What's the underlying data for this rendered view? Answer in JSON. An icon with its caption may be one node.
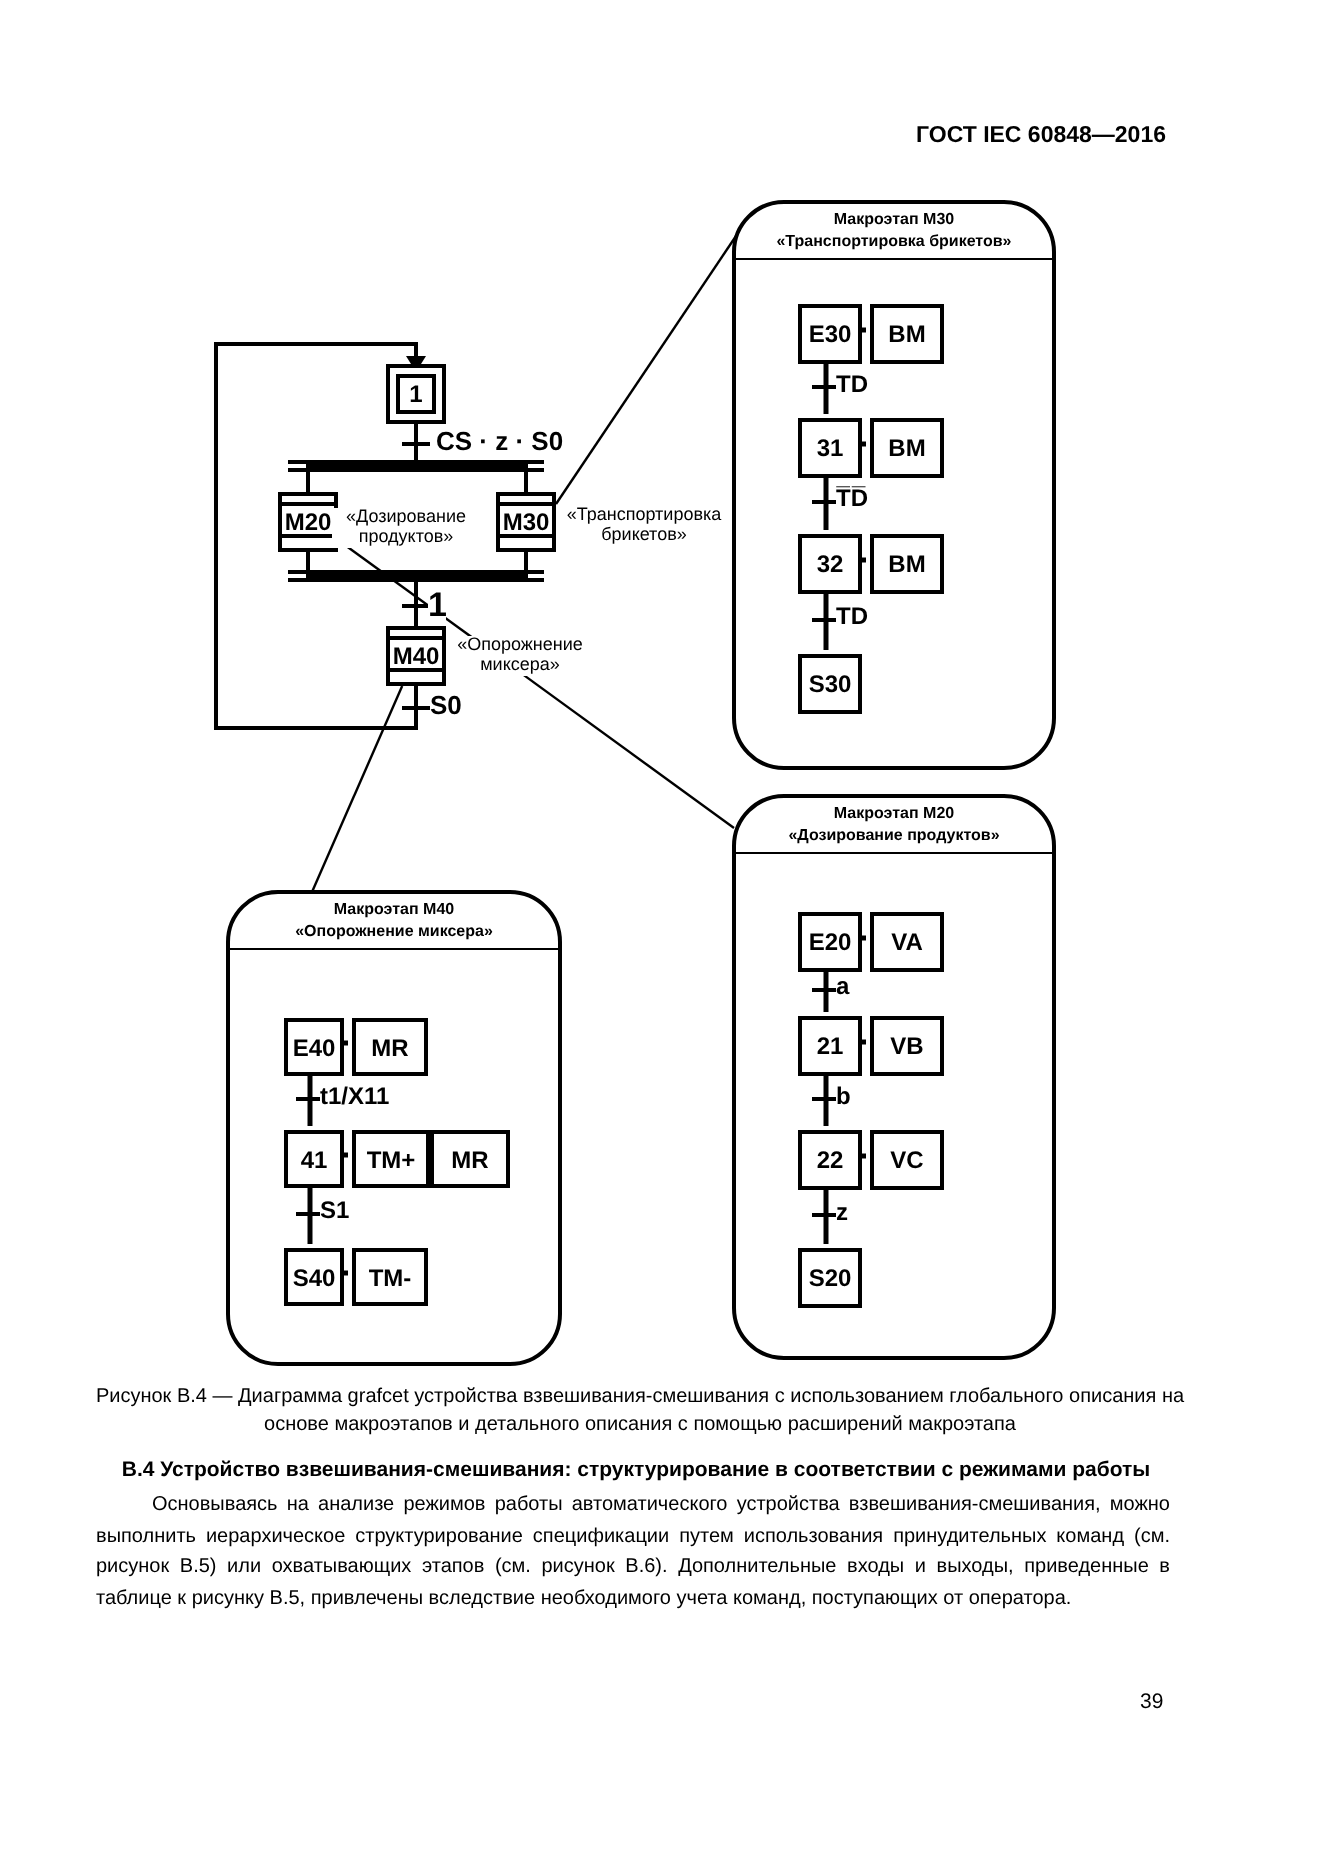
{
  "diagram": {
    "caption": "Рисунок В.4 — Диаграмма grafcet устройства взвешивания-смешивания с использованием глобального описания на основе макроэтапов и детального описания с помощью расширений макроэтапа",
    "nodes": [
      {
        "text": [
          "1"
        ]
      },
      {
        "text": [
          "M20"
        ],
        "beside": [
          "«Дозирование продуктов»"
        ]
      },
      {
        "text": [
          "M30"
        ],
        "beside": [
          "«Транспортировка брикетов»"
        ]
      },
      {
        "text": [
          "M40"
        ],
        "beside": [
          "«Опорожнение миксера»"
        ]
      },
      {
        "text": [
          "Макроэтап М30",
          "«Транспортировка брикетов»"
        ]
      },
      {
        "text": [
          "E30"
        ],
        "in": 4
      },
      {
        "text": [
          "BM"
        ],
        "in": 4
      },
      {
        "text": [
          "31"
        ],
        "in": 4
      },
      {
        "text": [
          "BM"
        ],
        "in": 4
      },
      {
        "text": [
          "32"
        ],
        "in": 4
      },
      {
        "text": [
          "BM"
        ],
        "in": 4
      },
      {
        "text": [
          "S30"
        ],
        "in": 4
      },
      {
        "text": [
          "Макроэтап М20",
          "«Дозирование продуктов»"
        ]
      },
      {
        "text": [
          "E20"
        ],
        "in": 12
      },
      {
        "text": [
          "VA"
        ],
        "in": 12
      },
      {
        "text": [
          "21"
        ],
        "in": 12
      },
      {
        "text": [
          "VB"
        ],
        "in": 12
      },
      {
        "text": [
          "22"
        ],
        "in": 12
      },
      {
        "text": [
          "VC"
        ],
        "in": 12
      },
      {
        "text": [
          "S20"
        ],
        "in": 12
      },
      {
        "text": [
          "Макроэтап М40",
          "«Опорожнение миксера»"
        ]
      },
      {
        "text": [
          "E40"
        ],
        "in": 20
      },
      {
        "text": [
          "MR"
        ],
        "in": 20
      },
      {
        "text": [
          "41"
        ],
        "in": 20
      },
      {
        "text": [
          "TM+"
        ],
        "in": 20
      },
      {
        "text": [
          "MR"
        ],
        "in": 20
      },
      {
        "text": [
          "S40"
        ],
        "in": 20
      },
      {
        "text": [
          "TM-"
        ],
        "in": 20
      }
    ],
    "edges": [
      {
        "from": 0,
        "to": 1,
        "arrow": "none",
        "label": "CS · z · S0"
      },
      {
        "from": 0,
        "to": 2,
        "arrow": "none"
      },
      {
        "from": 1,
        "to": 3,
        "arrow": "none",
        "label": "1"
      },
      {
        "from": 2,
        "to": 3,
        "arrow": "none"
      },
      {
        "from": 3,
        "to": 0,
        "arrow": "to",
        "label": "S0"
      },
      {
        "from": 2,
        "to": 4,
        "arrow": "none"
      },
      {
        "from": 1,
        "to": 12,
        "arrow": "none"
      },
      {
        "from": 3,
        "to": 20,
        "arrow": "none"
      },
      {
        "from": 5,
        "to": 6,
        "arrow": "none"
      },
      {
        "from": 5,
        "to": 7,
        "arrow": "none",
        "label": "TD"
      },
      {
        "from": 7,
        "to": 8,
        "arrow": "none"
      },
      {
        "from": 7,
        "to": 9,
        "arrow": "none",
        "label": "T̅D̅"
      },
      {
        "from": 9,
        "to": 10,
        "arrow": "none"
      },
      {
        "from": 9,
        "to": 11,
        "arrow": "none",
        "label": "TD"
      },
      {
        "from": 13,
        "to": 14,
        "arrow": "none"
      },
      {
        "from": 13,
        "to": 15,
        "arrow": "none",
        "label": "a"
      },
      {
        "from": 15,
        "to": 16,
        "arrow": "none"
      },
      {
        "from": 15,
        "to": 17,
        "arrow": "none",
        "label": "b"
      },
      {
        "from": 17,
        "to": 18,
        "arrow": "none"
      },
      {
        "from": 17,
        "to": 19,
        "arrow": "none",
        "label": "z"
      },
      {
        "from": 21,
        "to": 22,
        "arrow": "none"
      },
      {
        "from": 21,
        "to": 23,
        "arrow": "none",
        "label": "t1/X11"
      },
      {
        "from": 23,
        "to": 24,
        "arrow": "none"
      },
      {
        "from": 23,
        "to": 26,
        "arrow": "none",
        "label": "S1"
      },
      {
        "from": 26,
        "to": 27,
        "arrow": "none"
      }
    ],
    "labels": [
      "ГОСТ IEC 60848—2016",
      "В.4 Устройство взвешивания-смешивания: структурирование в соответствии с режимами работы",
      "Основываясь на анализе режимов работы автоматического устройства взвешивания-смешивания, можно выполнить иерархическое структурирование спецификации путем использования принудительных команд (см. рисунок В.5) или охватывающих этапов (см. рисунок В.6). Дополнительные входы и выходы, приведенные в таблице к рисунку В.5, привлечены вследствие необходимого учета команд, поступающих от оператора.",
      "39"
    ]
  }
}
